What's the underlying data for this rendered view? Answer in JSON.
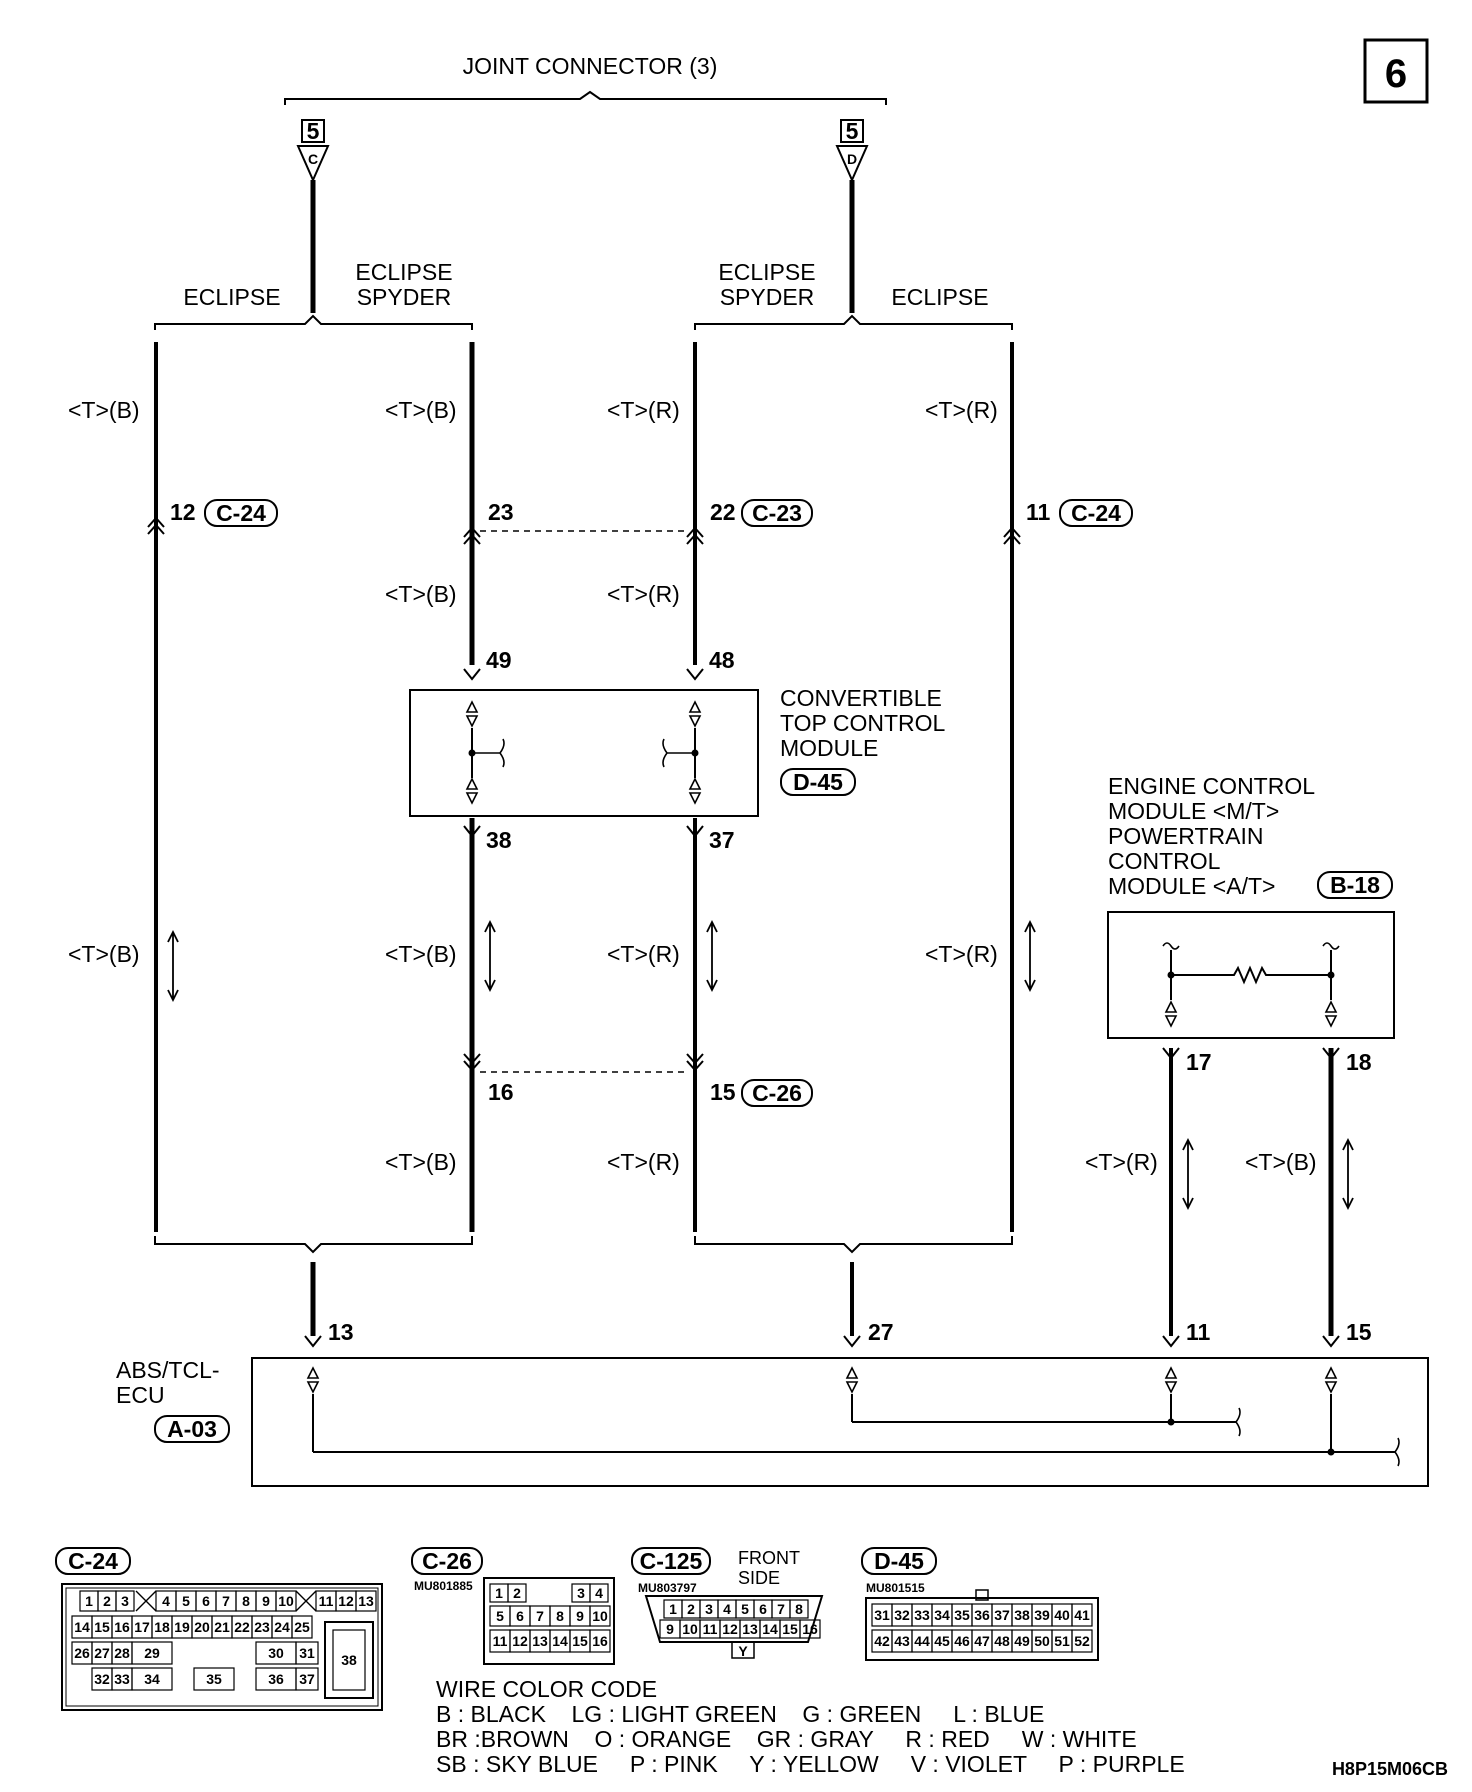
{
  "page_number": "6",
  "joint_connector": {
    "title": "JOINT CONNECTOR (3)",
    "left": {
      "box": "5",
      "letter": "C"
    },
    "right": {
      "box": "5",
      "letter": "D"
    }
  },
  "variants": {
    "eclipse": "ECLIPSE",
    "spyder_line1": "ECLIPSE",
    "spyder_line2": "SPYDER"
  },
  "wire_labels": {
    "tb": "<T>(B)",
    "tr": "<T>(R)"
  },
  "pins": {
    "p12": "12",
    "p23": "23",
    "p22": "22",
    "p11a": "11",
    "p49": "49",
    "p48": "48",
    "p38": "38",
    "p37": "37",
    "p16": "16",
    "p15a": "15",
    "p17": "17",
    "p18": "18",
    "p13": "13",
    "p27": "27",
    "p11b": "11",
    "p15b": "15"
  },
  "connectors": {
    "c24": "C-24",
    "c23": "C-23",
    "c26": "C-26",
    "d45": "D-45",
    "b18": "B-18",
    "a03": "A-03",
    "c125": "C-125"
  },
  "modules": {
    "ctcm": [
      "CONVERTIBLE",
      "TOP CONTROL",
      "MODULE"
    ],
    "ecm": [
      "ENGINE CONTROL",
      "MODULE <M/T>",
      "POWERTRAIN",
      "CONTROL",
      "MODULE <A/T>"
    ],
    "abs": [
      "ABS/TCL-",
      "ECU"
    ]
  },
  "connector_views": {
    "c26_part": "MU801885",
    "c125_part": "MU803797",
    "c125_note": [
      "FRONT",
      "SIDE"
    ],
    "c125_marker": "Y",
    "d45_part": "MU801515"
  },
  "c24_grid": {
    "row1": [
      "1",
      "2",
      "3",
      "4",
      "5",
      "6",
      "7",
      "8",
      "9",
      "10",
      "11",
      "12",
      "13"
    ],
    "row2": [
      "14",
      "15",
      "16",
      "17",
      "18",
      "19",
      "20",
      "21",
      "22",
      "23",
      "24",
      "25"
    ],
    "row3": [
      "26",
      "27",
      "28",
      "29",
      "30",
      "31"
    ],
    "row4": [
      "32",
      "33",
      "34",
      "35",
      "36",
      "37"
    ],
    "big": "38"
  },
  "c26_grid": {
    "row1": [
      "1",
      "2",
      "3",
      "4"
    ],
    "row2": [
      "5",
      "6",
      "7",
      "8",
      "9",
      "10"
    ],
    "row3": [
      "11",
      "12",
      "13",
      "14",
      "15",
      "16"
    ]
  },
  "c125_grid": {
    "row1": [
      "1",
      "2",
      "3",
      "4",
      "5",
      "6",
      "7",
      "8"
    ],
    "row2": [
      "9",
      "10",
      "11",
      "12",
      "13",
      "14",
      "15",
      "16"
    ]
  },
  "d45_grid": {
    "row1": [
      "31",
      "32",
      "33",
      "34",
      "35",
      "36",
      "37",
      "38",
      "39",
      "40",
      "41"
    ],
    "row2": [
      "42",
      "43",
      "44",
      "45",
      "46",
      "47",
      "48",
      "49",
      "50",
      "51",
      "52"
    ]
  },
  "wire_color_code": {
    "title": "WIRE COLOR CODE",
    "line1": "B : BLACK    LG : LIGHT GREEN    G : GREEN     L : BLUE",
    "line2": "BR :BROWN    O : ORANGE    GR : GRAY     R : RED     W : WHITE",
    "line3": "SB : SKY BLUE     P : PINK     Y : YELLOW     V : VIOLET     P : PURPLE"
  },
  "figure_code": "H8P15M06CB"
}
